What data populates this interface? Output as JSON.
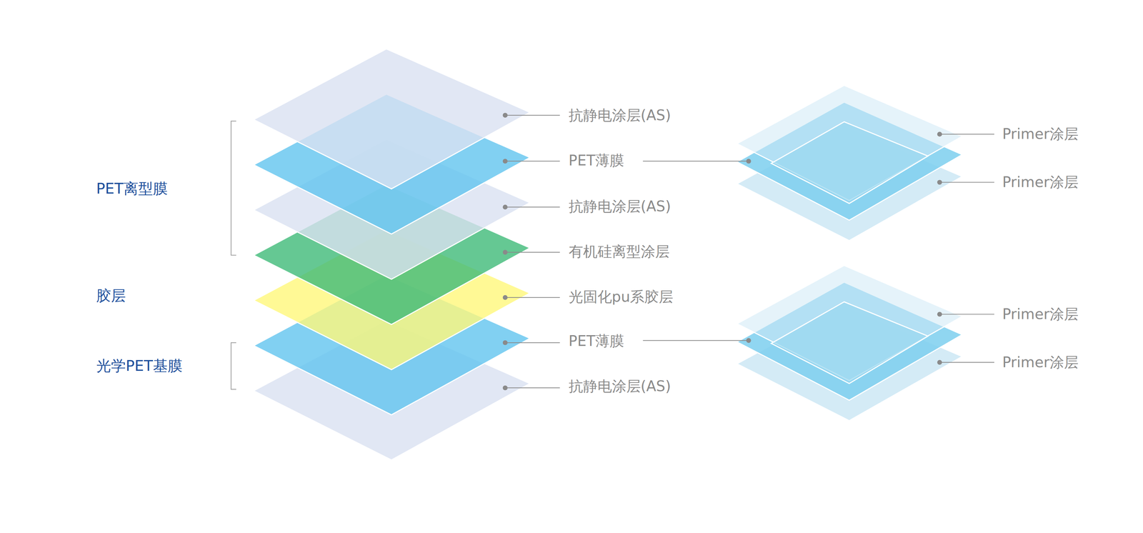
{
  "diagram": {
    "labels": [
      "PET离型膜",
      "胶层",
      "光学PET基膜",
      "抗静电涂层(AS)",
      "PET薄膜",
      "抗静电涂层(AS)",
      "有机硅离型涂层",
      "光固化pu系胶层",
      "PET薄膜",
      "抗静电涂层(AS)",
      "Primer涂层",
      "Primer涂层",
      "Primer涂层",
      "Primer涂层"
    ]
  }
}
